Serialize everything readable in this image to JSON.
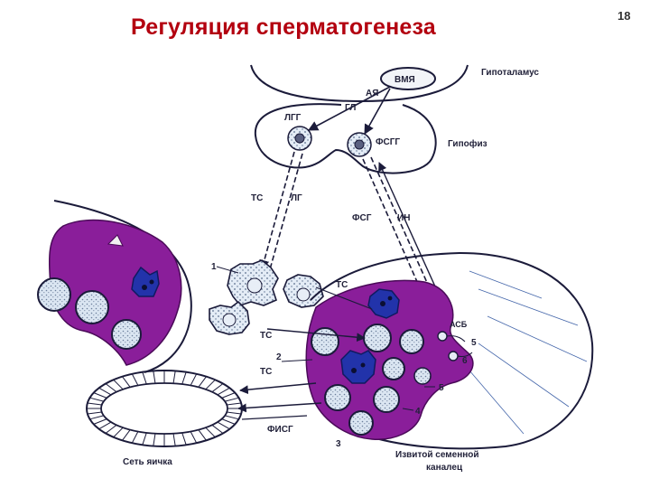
{
  "slide": {
    "title": "Регуляция сперматогенеза",
    "page_number": "18"
  },
  "colors": {
    "title": "#b3000f",
    "sertoli_purple": "#8a1e9a",
    "nucleus_blue": "#2233aa",
    "outline": "#1b1b3a"
  },
  "labels": {
    "vmya": "ВМЯ",
    "hypothalamus": "Гипоталамус",
    "ay": "АЯ",
    "gl": "ГЛ",
    "lgg": "ЛГГ",
    "fsgg": "ФСГГ",
    "pituitary": "Гипофиз",
    "ts_left": "ТС",
    "lg": "ЛГ",
    "fsg": "ФСГ",
    "in": "ИН",
    "num1": "1",
    "ts_mid": "ТС",
    "ts_lower": "ТС",
    "num2": "2",
    "ts_bottom": "ТС",
    "abs": "АСБ",
    "num5a": "5",
    "num6": "6",
    "num5b": "5",
    "num4": "4",
    "fisg": "ФИСГ",
    "num3": "3",
    "rete_testis": "Сеть яичка",
    "tubule_line1": "Извитой семенной",
    "tubule_line2": "каналец"
  }
}
